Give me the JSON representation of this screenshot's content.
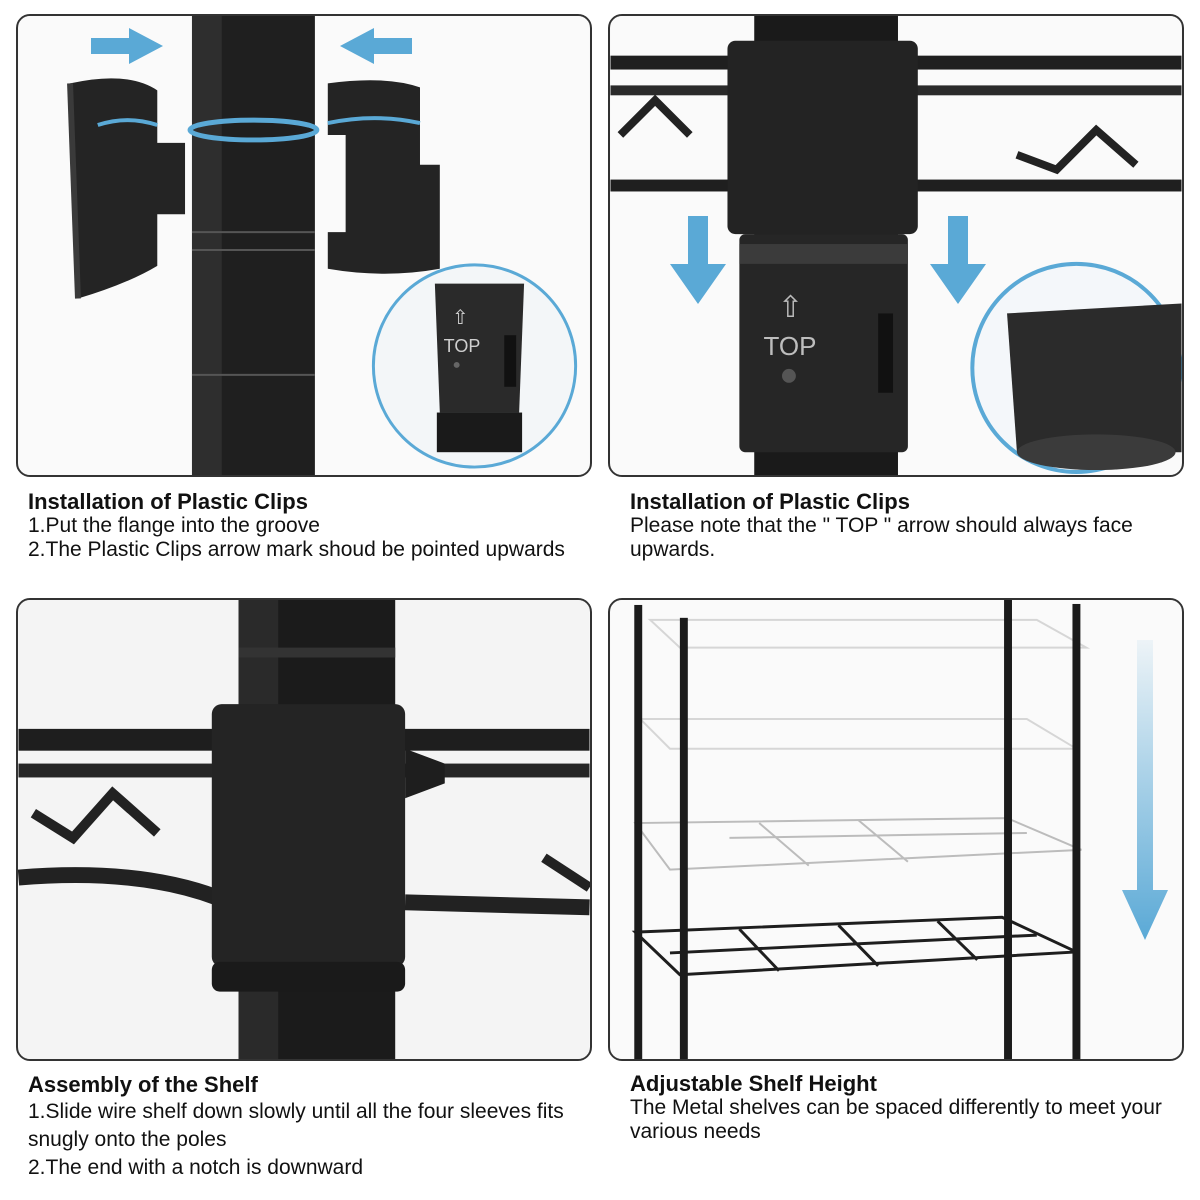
{
  "colors": {
    "accent_blue": "#5aa9d6",
    "pole": "#1c1c1c",
    "border": "#333333"
  },
  "panels": [
    {
      "title": "Installation of Plastic Clips",
      "lines": [
        "1.Put the flange into the groove",
        "2.The Plastic Clips arrow mark shoud be pointed upwards"
      ],
      "sleeve_label": "TOP",
      "icons": [
        "arrow-right-icon",
        "arrow-left-icon",
        "arrow-up-icon"
      ]
    },
    {
      "title": "Installation of Plastic Clips",
      "lines": [
        "Please note that the \" TOP \" arrow should always face upwards."
      ],
      "sleeve_label": "TOP",
      "icons": [
        "arrow-down-icon",
        "arrow-up-icon"
      ]
    },
    {
      "title": "Assembly of the Shelf",
      "lines": [
        "1.Slide wire shelf down slowly until all the four sleeves fits snugly onto the poles",
        "2.The end with a notch is downward"
      ]
    },
    {
      "title": "Adjustable Shelf Height",
      "lines": [
        "The Metal shelves can be spaced differently to meet your various needs"
      ],
      "icons": [
        "arrow-down-icon"
      ]
    }
  ]
}
